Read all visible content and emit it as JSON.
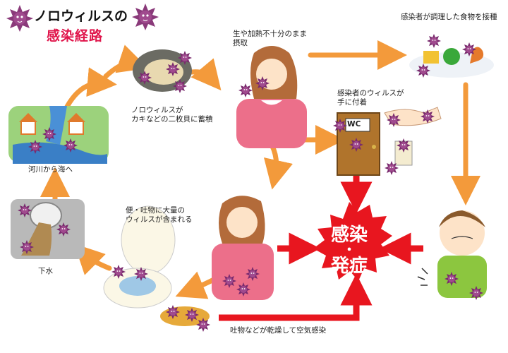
{
  "title": {
    "line1": "ノロウィルスの",
    "line2": "感染経路"
  },
  "labels": {
    "raw_eating": [
      "生や加熱不十分のまま",
      "摂取"
    ],
    "food_prep": "感染者が調理した食物を接種",
    "shellfish": [
      "ノロウィルスが",
      "カキなどの二枚貝に蓄積"
    ],
    "hands": [
      "感染者のウィルスが",
      "手に付着"
    ],
    "river": "河川から海へ",
    "vomit": [
      "便・吐物に大量の",
      "ウィルスが含まれる"
    ],
    "sewer": "下水",
    "airborne": "吐物などが乾燥して空気感染",
    "wc_sign": "WC"
  },
  "center": {
    "line1": "感染",
    "dot": "・",
    "line2": "発症"
  },
  "colors": {
    "arrow_orange": "#f39a3b",
    "arrow_red": "#e8161f",
    "virus": "#7a2b6e",
    "title_red": "#e0154b"
  }
}
